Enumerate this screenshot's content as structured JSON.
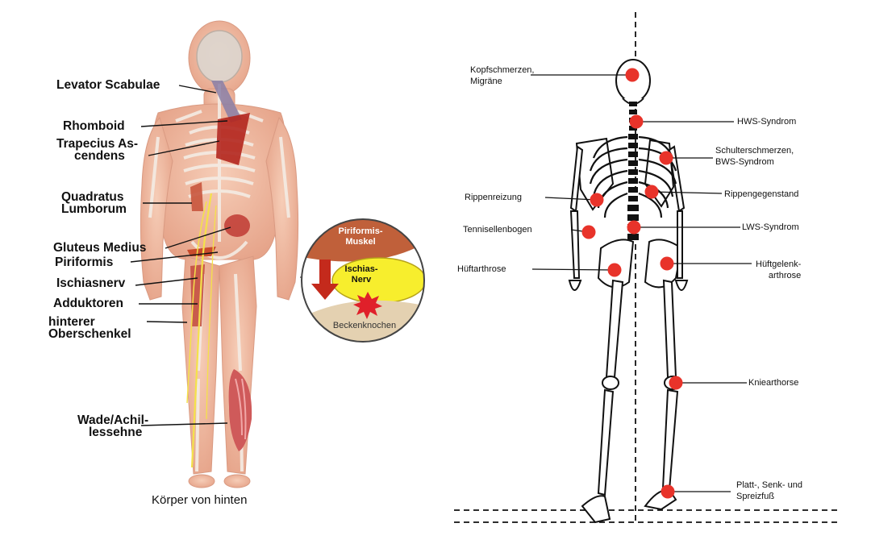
{
  "left_figure": {
    "caption": "Körper von hinten",
    "labels": [
      {
        "id": "levator",
        "lines": [
          "Levator Scabulae"
        ]
      },
      {
        "id": "rhomboid",
        "lines": [
          "Rhomboid"
        ]
      },
      {
        "id": "trapecius",
        "lines": [
          "Trapecius As-",
          "cendens"
        ]
      },
      {
        "id": "quadratus",
        "lines": [
          "Quadratus",
          "Lumborum"
        ]
      },
      {
        "id": "gluteus",
        "lines": [
          "Gluteus Medius"
        ]
      },
      {
        "id": "piriformis",
        "lines": [
          "Piriformis"
        ]
      },
      {
        "id": "ischiasnerv",
        "lines": [
          "Ischiasnerv"
        ]
      },
      {
        "id": "adduktoren",
        "lines": [
          "Adduktoren"
        ]
      },
      {
        "id": "oberschenkel",
        "lines": [
          "hinterer",
          "Oberschenkel"
        ]
      },
      {
        "id": "wade",
        "lines": [
          "Wade/Achil-",
          "lessehne"
        ]
      }
    ]
  },
  "inset": {
    "muscle_lines": [
      "Piriformis-",
      "Muskel"
    ],
    "nerve_lines": [
      "Ischias-",
      "Nerv"
    ],
    "bone_label": "Beckenknochen",
    "colors": {
      "muscle": "#c0603a",
      "nerve": "#f7ee2d",
      "bone": "#e4d1b1",
      "arrow": "#c42a1c",
      "burst": "#e0202a"
    }
  },
  "right_figure": {
    "marker_color": "#e8332a",
    "labels": [
      {
        "id": "kopf",
        "lines": [
          "Kopfschmerzen,",
          "Migräne"
        ]
      },
      {
        "id": "hws",
        "lines": [
          "HWS-Syndrom"
        ]
      },
      {
        "id": "schulter",
        "lines": [
          "Schulterschmerzen,",
          "BWS-Syndrom"
        ]
      },
      {
        "id": "rippenreizung",
        "lines": [
          "Rippenreizung"
        ]
      },
      {
        "id": "rippengegenstand",
        "lines": [
          "Rippengegenstand"
        ]
      },
      {
        "id": "tennis",
        "lines": [
          "Tennisellenbogen"
        ]
      },
      {
        "id": "lws",
        "lines": [
          "LWS-Syndrom"
        ]
      },
      {
        "id": "hueftarthrose",
        "lines": [
          "Hüftarthrose"
        ]
      },
      {
        "id": "hueftgelenk",
        "lines": [
          "Hüftgelenk-",
          "arthrose"
        ]
      },
      {
        "id": "knie",
        "lines": [
          "Kniearthorse"
        ]
      },
      {
        "id": "fuss",
        "lines": [
          "Platt-, Senk- und",
          "Spreizfuß"
        ]
      }
    ]
  }
}
